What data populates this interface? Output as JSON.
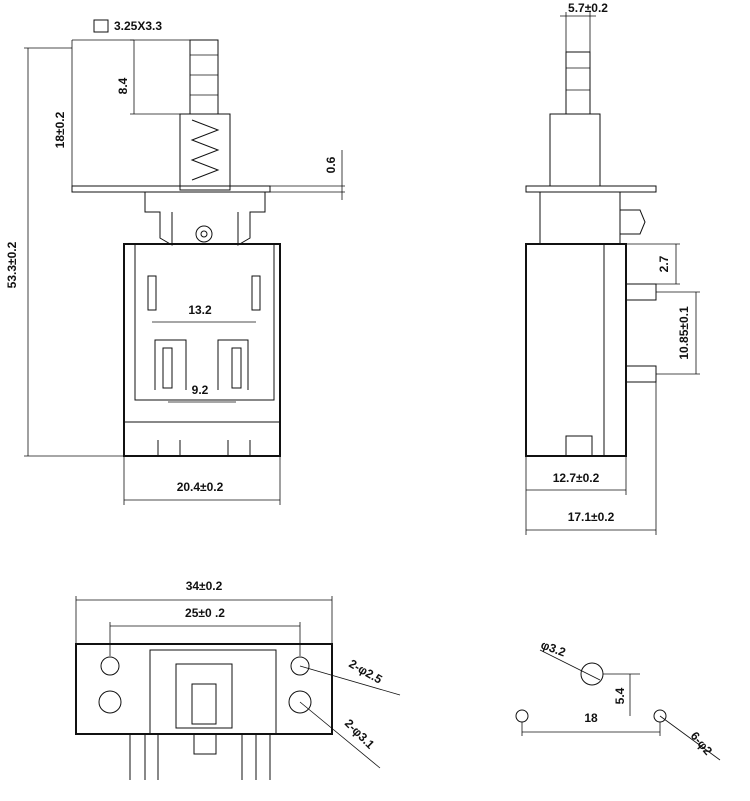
{
  "drawing": {
    "front_view": {
      "pin_size_label": "3.25X3.3",
      "stem_length": "8.4",
      "plate_height": "18±0.2",
      "plate_thickness": "0.6",
      "overall_height": "53.3±0.2",
      "inner_span": "13.2",
      "contact_span": "9.2",
      "body_width": "20.4±0.2"
    },
    "side_view": {
      "stem_width": "5.7±0.2",
      "offset_a": "2.7",
      "terminal_pitch": "10.85±0.1",
      "body_depth": "12.7±0.2",
      "overall_depth": "17.1±0.2"
    },
    "bottom_view": {
      "flange_width": "34±0.2",
      "hole_pitch": "25±0  .2",
      "small_holes": "2-φ2.5",
      "large_holes": "2-φ3.1"
    },
    "pcb_layout": {
      "center_hole": "φ3.2",
      "vertical_offset": "5.4",
      "hole_spacing": "18",
      "pin_holes": "6-φ2"
    }
  }
}
